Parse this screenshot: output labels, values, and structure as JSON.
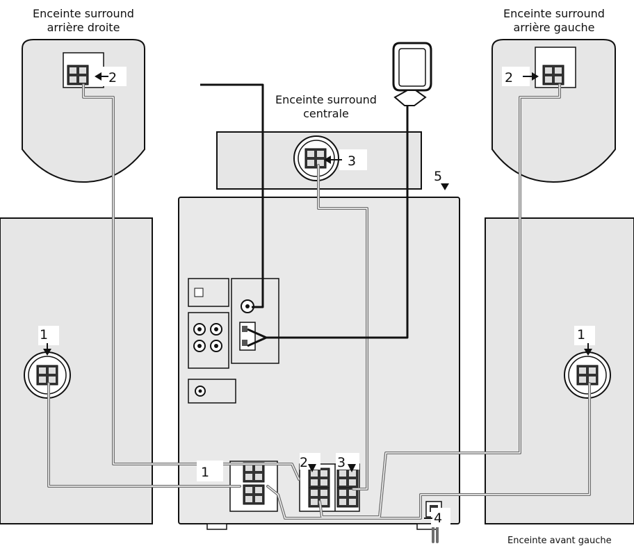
{
  "labels": {
    "surround_right_line1": "Enceinte surround",
    "surround_right_line2": "arrière droite",
    "surround_left_line1": "Enceinte surround",
    "surround_left_line2": "arrière gauche",
    "surround_center_line1": "Enceinte surround",
    "surround_center_line2": "centrale",
    "bottom_caption": "Enceinte avant gauche"
  },
  "numbers": {
    "n1": "1",
    "n2": "2",
    "n3": "3",
    "n4": "4",
    "n5": "5"
  },
  "colors": {
    "speaker_fill": "#e6e6e6",
    "unit_fill": "#e9e9e9",
    "line": "#111111",
    "wire": "#6e6e6e",
    "wire_highlight": "#ffffff"
  }
}
